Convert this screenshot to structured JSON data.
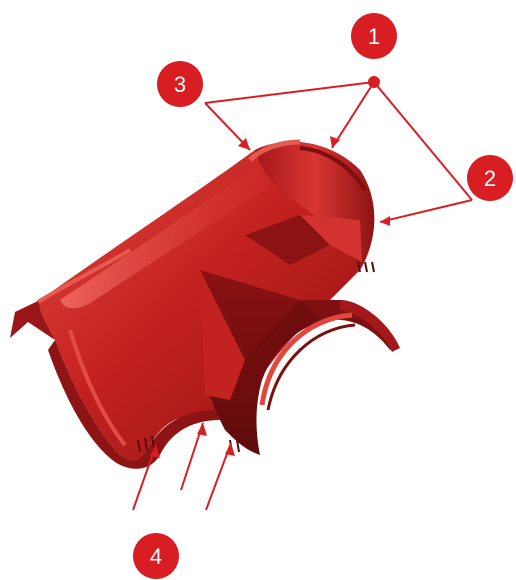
{
  "colors": {
    "badge": "#d81e23",
    "callout_line": "#d81e23",
    "tile_base": "#b3191b",
    "tile_light": "#e0403a",
    "tile_dark": "#7e0f10"
  },
  "callouts": [
    {
      "id": "1",
      "label": "1"
    },
    {
      "id": "2",
      "label": "2"
    },
    {
      "id": "3",
      "label": "3"
    },
    {
      "id": "4",
      "label": "4"
    }
  ]
}
